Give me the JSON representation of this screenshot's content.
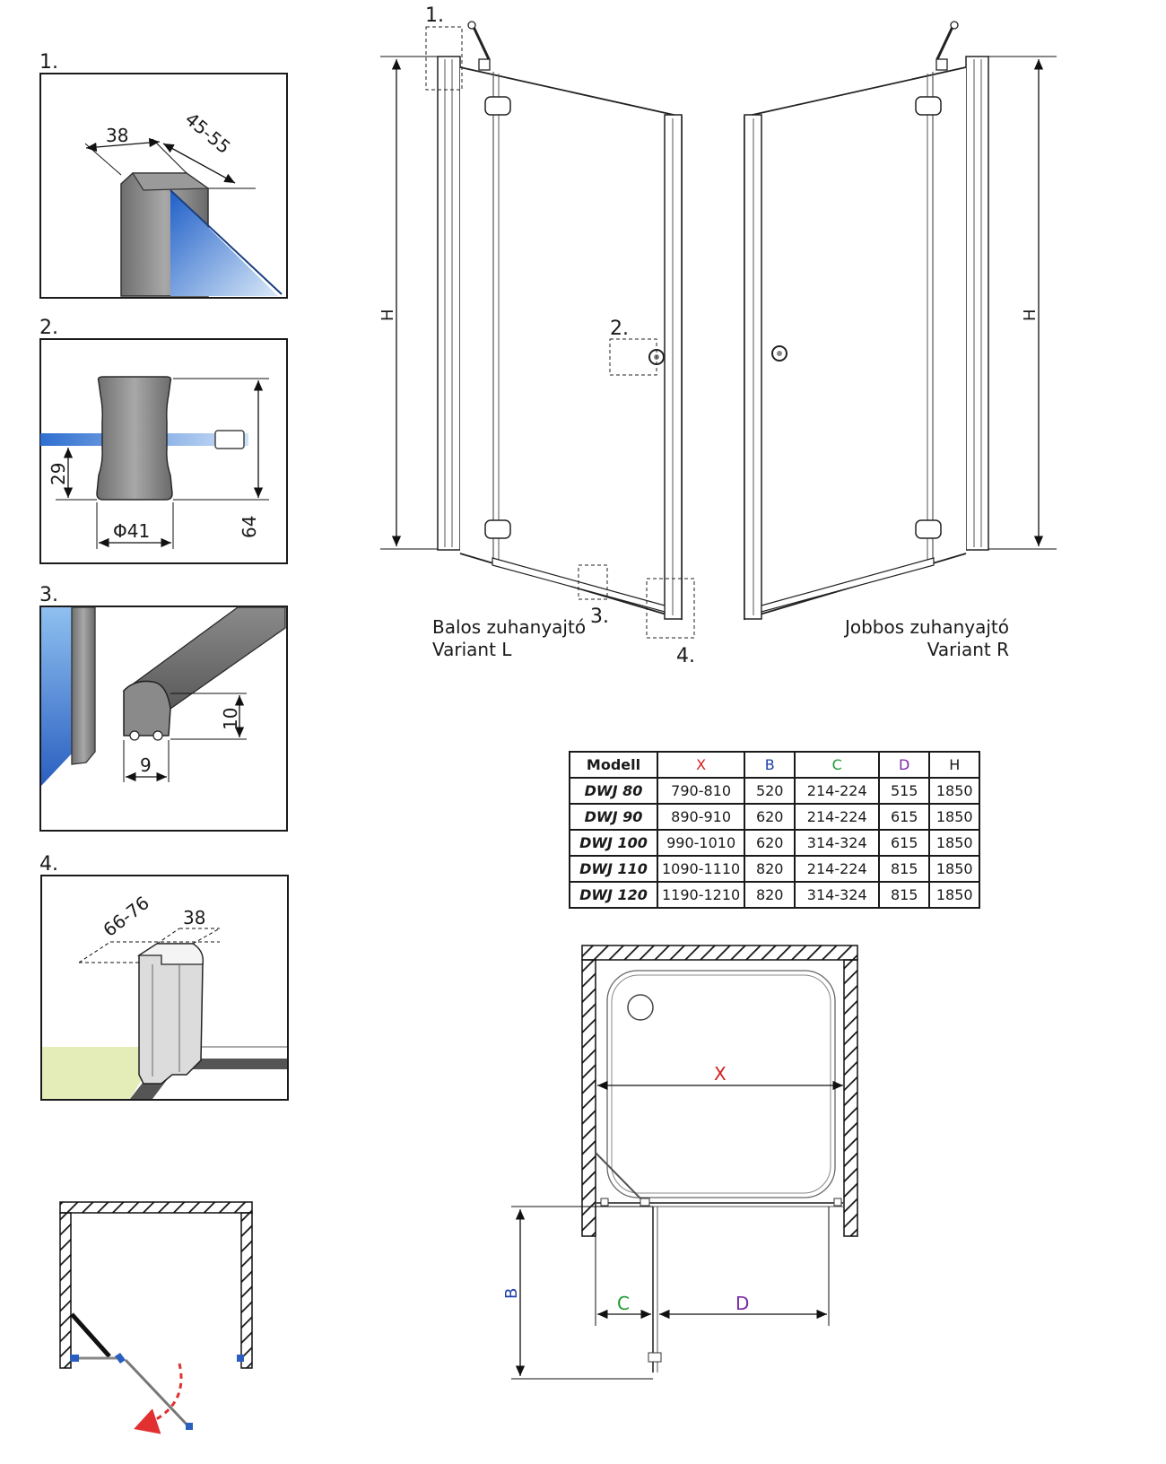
{
  "details": [
    {
      "number": "1.",
      "dim_a": "38",
      "dim_b": "45-55"
    },
    {
      "number": "2.",
      "dim_a": "29",
      "dim_b": "Φ41",
      "dim_c": "64"
    },
    {
      "number": "3.",
      "dim_a": "10",
      "dim_b": "9"
    },
    {
      "number": "4.",
      "dim_a": "66-76",
      "dim_b": "38"
    }
  ],
  "front_view": {
    "height_label": "H",
    "callouts": [
      "1.",
      "2.",
      "3.",
      "4."
    ],
    "left_caption": [
      "Balos zuhanyajtó",
      "Variant L"
    ],
    "right_caption": [
      "Jobbos zuhanyajtó",
      "Variant R"
    ]
  },
  "table": {
    "headers": [
      "Modell",
      "X",
      "B",
      "C",
      "D",
      "H"
    ],
    "rows": [
      [
        "DWJ 80",
        "790-810",
        "520",
        "214-224",
        "515",
        "1850"
      ],
      [
        "DWJ 90",
        "890-910",
        "620",
        "214-224",
        "615",
        "1850"
      ],
      [
        "DWJ 100",
        "990-1010",
        "620",
        "314-324",
        "615",
        "1850"
      ],
      [
        "DWJ 110",
        "1090-1110",
        "820",
        "214-224",
        "815",
        "1850"
      ],
      [
        "DWJ 120",
        "1190-1210",
        "820",
        "314-324",
        "815",
        "1850"
      ]
    ]
  },
  "plan": {
    "x_label": "X",
    "b_label": "B",
    "c_label": "C",
    "d_label": "D"
  },
  "colors": {
    "x": "#d32020",
    "b": "#1c3fa8",
    "c": "#1e9a30",
    "d": "#7a2aa8",
    "glass": "#2f6fd0",
    "arrow": "#e03030",
    "floor": "#e4edb8"
  }
}
